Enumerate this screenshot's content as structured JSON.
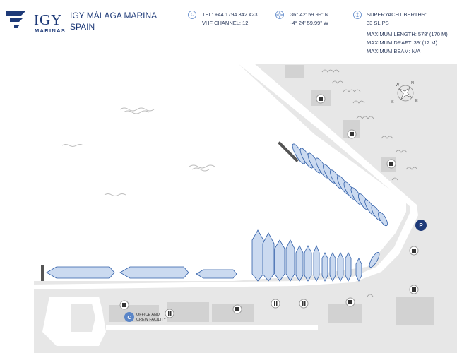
{
  "brand": {
    "name": "IGY",
    "sub": "MARINAS"
  },
  "title": {
    "line1": "IGY MÁLAGA MARINA",
    "line2": "SPAIN"
  },
  "contact": {
    "tel": "TEL:  +44 1794 342 423",
    "vhf": "VHF CHANNEL: 12"
  },
  "coords": {
    "lat": "36° 42’ 59.99” N",
    "lon": "-4° 24’ 59.99” W"
  },
  "berths": {
    "heading": "SUPERYACHT BERTHS:",
    "count": "33 SLIPS",
    "max_length": "MAXIMUM LENGTH: 578’ (170 M)",
    "max_draft": "MAXIMUM DRAFT: 39’ (12 M)",
    "max_beam": "MAXIMUM BEAM: N/A"
  },
  "map": {
    "parking_label": "P",
    "office_marker": "C",
    "office_label_1": "OFFICE AND",
    "office_label_2": "CREW FACILITY",
    "compass": [
      "N",
      "E",
      "S",
      "W"
    ]
  },
  "colors": {
    "brand": "#1e3a78",
    "land": "#e6e6e6",
    "buildings": "#cfcfcf",
    "boat_fill": "#c9d9ee",
    "boat_stroke": "#2e5da8",
    "water_wave": "#b8b8b8"
  }
}
